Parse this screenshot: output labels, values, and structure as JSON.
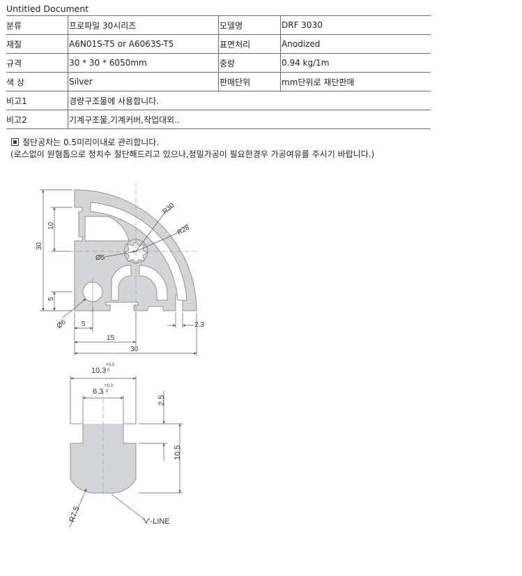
{
  "document": {
    "title": "Untitled Document"
  },
  "spec_table": {
    "rows": [
      {
        "label1": "분류",
        "value1": "프로파일 30시리즈",
        "label2": "모델명",
        "value2": "DRF 3030"
      },
      {
        "label1": "재질",
        "value1": "A6N01S-T5 or A6063S-T5",
        "label2": "표면처리",
        "value2": "Anodized"
      },
      {
        "label1": "규격",
        "value1": "30 * 30 * 6050mm",
        "label2": "중량",
        "value2": "0.94 kg/1m"
      },
      {
        "label1": "색 상",
        "value1": "Silver",
        "label2": "판매단위",
        "value2": "mm단위로 재단판매"
      }
    ],
    "remarks": [
      {
        "label": "비고1",
        "value": "경량구조물에 사용합니다."
      },
      {
        "label": "비고2",
        "value": "기계구조물,기계커버,작업대외.."
      }
    ]
  },
  "notes": {
    "line1": "절단공차는 0.5미리이내로 관리합니다.",
    "line2": "(로스없이 원형톱으로 정치수 절단해드리고 있으나,정밀가공이 필요한경우 가공여유를 주시기 바랍니다.)"
  },
  "drawing": {
    "profile": {
      "r30": "R30",
      "r28": "R28",
      "d5": "Ø5",
      "d6": "Ø6",
      "dim_30_v": "30",
      "dim_10": "10",
      "dim_5_v": "5",
      "dim_5_h": "5",
      "dim_15": "15",
      "dim_30_h": "30",
      "dim_2_3": "2.3"
    },
    "slot": {
      "w_outer": "10.3",
      "w_inner": "6.3",
      "tol_plus": "+0.3",
      "tol_zero": "0",
      "dim_2_5": "2.5",
      "dim_10_5": "10.5",
      "r7_5": "R7.5",
      "vline": "'V'-LINE"
    },
    "colors": {
      "profile_fill": "#d3d5d7",
      "profile_stroke": "#8e9093",
      "dim_line": "#555555"
    }
  }
}
